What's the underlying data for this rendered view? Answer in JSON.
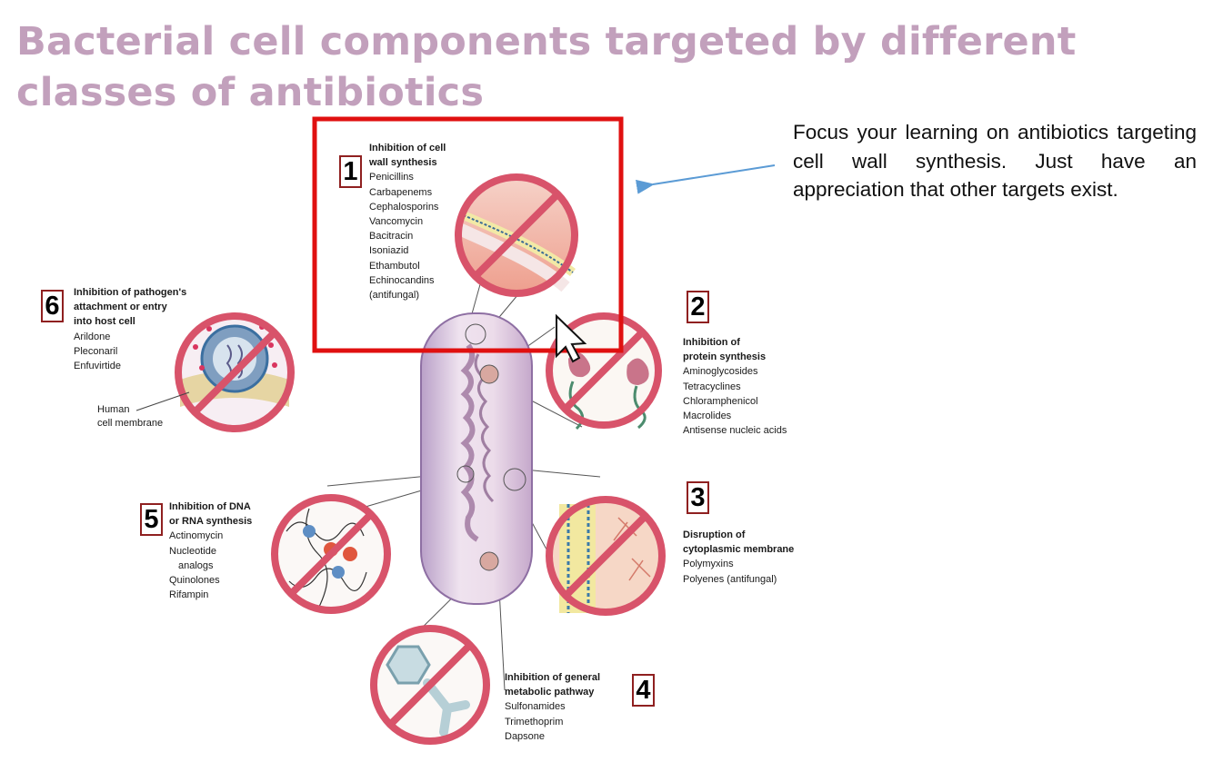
{
  "title": "Bacterial cell components targeted by different classes of antibiotics",
  "note": "Focus your learning on antibiotics targeting cell wall synthesis. Just have an appreciation that other targets exist.",
  "targets": [
    {
      "number": "1",
      "heading": [
        "Inhibition of cell",
        "wall synthesis"
      ],
      "items": [
        "Penicillins",
        "Carbapenems",
        "Cephalosporins",
        "Vancomycin",
        "Bacitracin",
        "Isoniazid",
        "Ethambutol",
        "Echinocandins",
        "(antifungal)"
      ]
    },
    {
      "number": "2",
      "heading": [
        "Inhibition of",
        "protein synthesis"
      ],
      "items": [
        "Aminoglycosides",
        "Tetracyclines",
        "Chloramphenicol",
        "Macrolides",
        "Antisense nucleic acids"
      ]
    },
    {
      "number": "3",
      "heading": [
        "Disruption of",
        "cytoplasmic membrane"
      ],
      "items": [
        "Polymyxins",
        "Polyenes (antifungal)"
      ]
    },
    {
      "number": "4",
      "heading": [
        "Inhibition of general",
        "metabolic pathway"
      ],
      "items": [
        "Sulfonamides",
        "Trimethoprim",
        "Dapsone"
      ]
    },
    {
      "number": "5",
      "heading": [
        "Inhibition of DNA",
        "or RNA synthesis"
      ],
      "items": [
        "Actinomycin",
        "Nucleotide",
        "analogs",
        "Quinolones",
        "Rifampin"
      ]
    },
    {
      "number": "6",
      "heading": [
        "Inhibition of pathogen's",
        "attachment or entry",
        "into host cell"
      ],
      "items": [
        "Arildone",
        "Pleconaril",
        "Enfuvirtide"
      ]
    }
  ],
  "human_membrane_label": [
    "Human",
    "cell membrane"
  ],
  "colors": {
    "title": "#c2a0bc",
    "highlight_box": "#e01010",
    "no_sign": "#d8536a",
    "arrow": "#5b9bd5",
    "number_border": "#8f2020"
  }
}
